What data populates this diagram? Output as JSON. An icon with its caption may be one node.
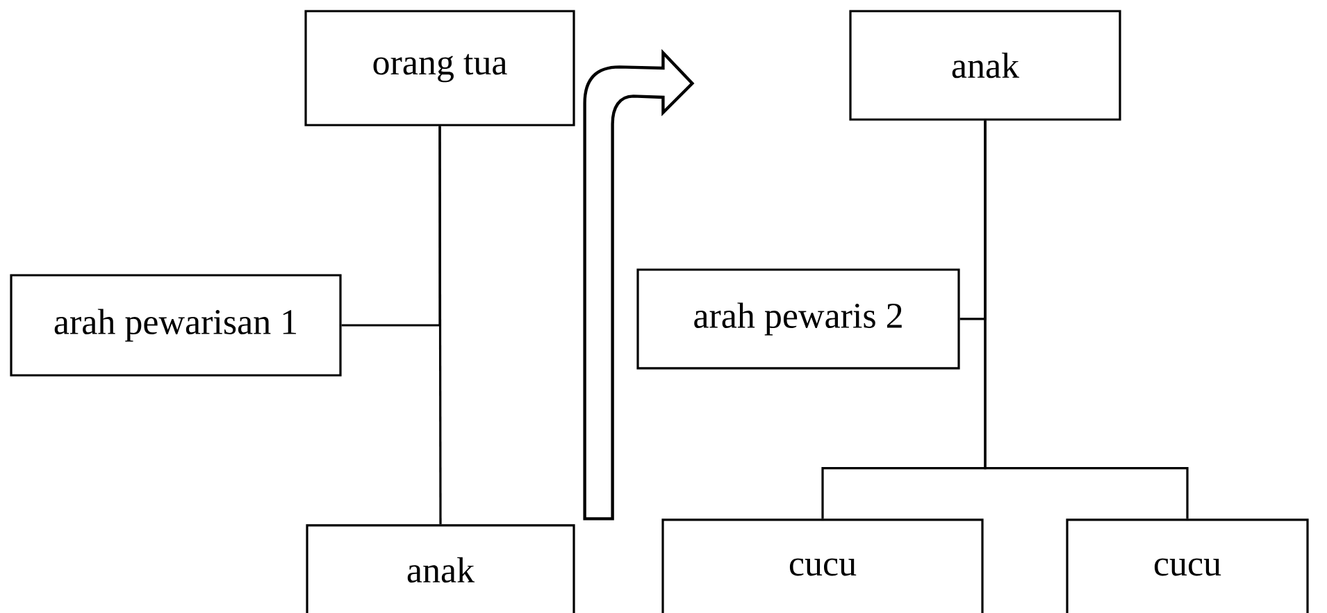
{
  "diagram": {
    "nodes": [
      {
        "text": [
          "orang tua"
        ]
      },
      {
        "text": [
          "arah pewarisan 1"
        ]
      },
      {
        "text": [
          "anak"
        ]
      },
      {
        "text": [
          "anak"
        ]
      },
      {
        "text": [
          "arah pewaris 2"
        ]
      },
      {
        "text": [
          "cucu"
        ]
      },
      {
        "text": [
          "cucu"
        ]
      }
    ],
    "edges": [
      {
        "from": 0,
        "to": 2,
        "arrow": "none"
      },
      {
        "from": 0,
        "to": 1,
        "arrow": "none"
      },
      {
        "from": 3,
        "to": 4,
        "arrow": "none"
      },
      {
        "from": 3,
        "to": 5,
        "arrow": "none"
      },
      {
        "from": 3,
        "to": 6,
        "arrow": "none"
      },
      {
        "from": 2,
        "to": 3,
        "arrow": "to",
        "style": "thick"
      }
    ]
  }
}
